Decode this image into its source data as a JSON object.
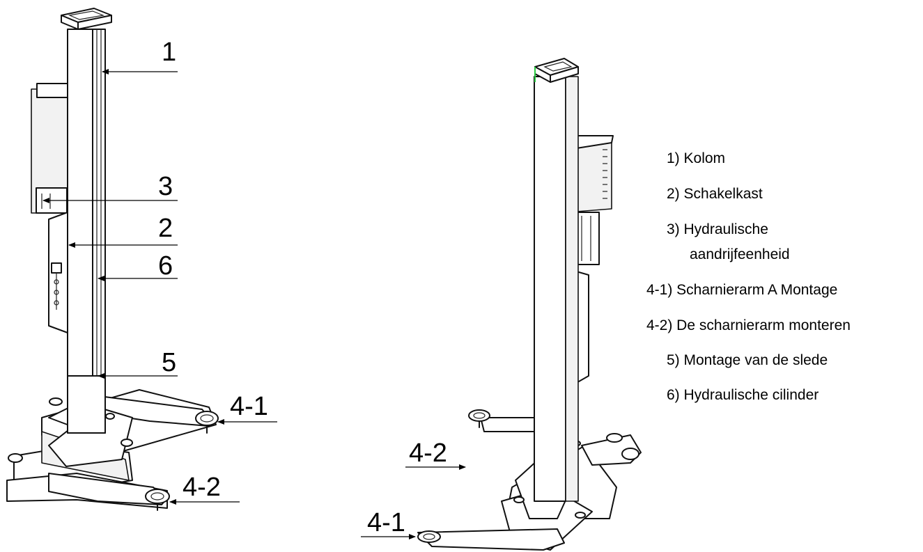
{
  "callouts_left": {
    "c1": "1",
    "c3": "3",
    "c2": "2",
    "c6": "6",
    "c5": "5",
    "c41": "4-1",
    "c42": "4-2"
  },
  "callouts_right": {
    "c42": "4-2",
    "c41": "4-1"
  },
  "legend": [
    "1) Kolom",
    "2) Schakelkast",
    "3) Hydraulische",
    "aandrijfeenheid",
    "4-1) Scharnierarm A Montage",
    "4-2) De scharnierarm monteren",
    "5) Montage van de slede",
    "6) Hydraulische cilinder"
  ]
}
